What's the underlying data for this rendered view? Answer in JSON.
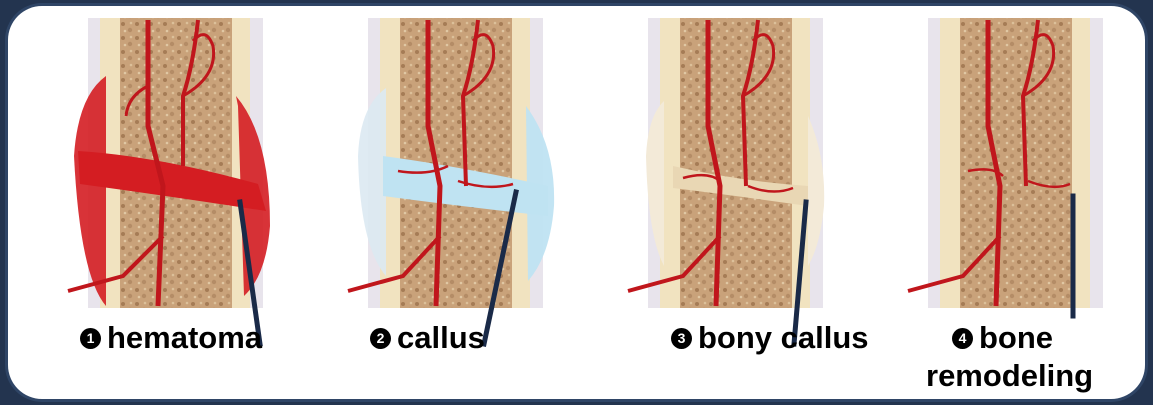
{
  "stages": [
    {
      "number": "1",
      "label": "hematoma"
    },
    {
      "number": "2",
      "label": "callus"
    },
    {
      "number": "3",
      "label": "bony callus"
    },
    {
      "number": "4",
      "label_line1": "bone",
      "label_line2": "remodeling"
    }
  ],
  "colors": {
    "background": "#23344f",
    "panel": "#ffffff",
    "bone_marrow": "#c9a27a",
    "cortex": "#f1e3c0",
    "vessel": "#c0161c",
    "hematoma": "#d41d22",
    "callus": "#bfe3f2",
    "pointer": "#1a2a48"
  }
}
